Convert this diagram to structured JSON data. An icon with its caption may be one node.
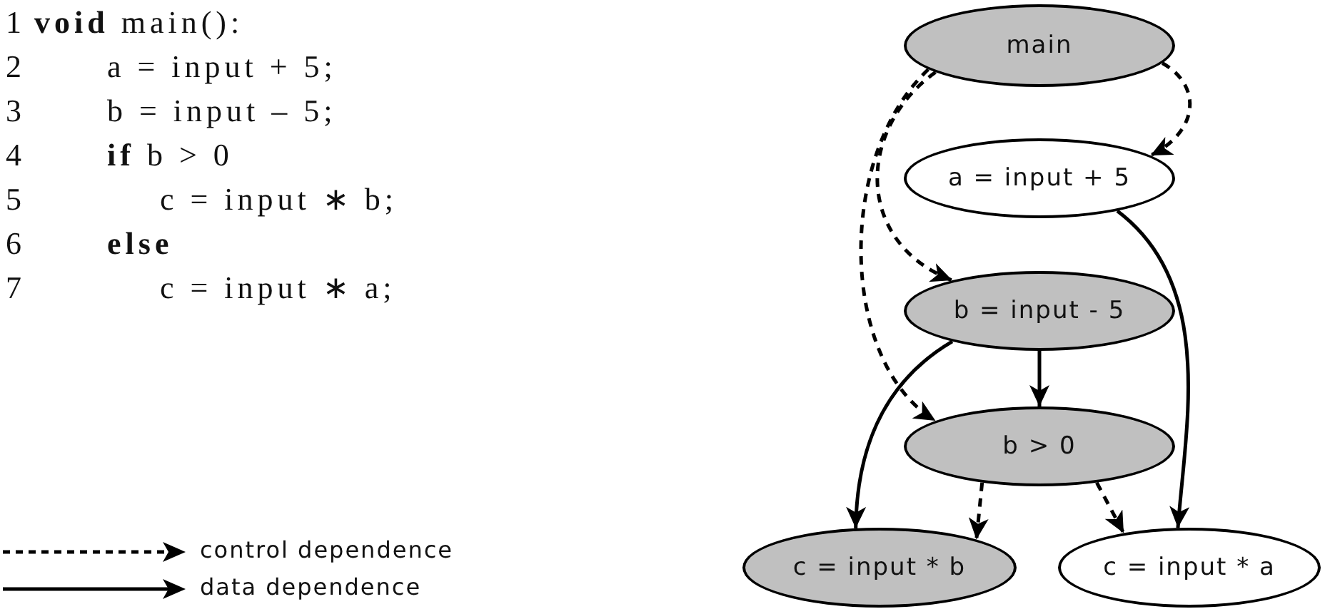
{
  "diagram": {
    "nodes": [
      {
        "text": [
          "main"
        ]
      },
      {
        "text": [
          "a = input + 5"
        ]
      },
      {
        "text": [
          "b = input - 5"
        ]
      },
      {
        "text": [
          "b > 0"
        ]
      },
      {
        "text": [
          "c = input * b"
        ]
      },
      {
        "text": [
          "c = input * a"
        ]
      }
    ],
    "edges": [
      {
        "from": 0,
        "to": 1,
        "arrow": "to",
        "style": "dashed"
      },
      {
        "from": 0,
        "to": 2,
        "arrow": "to",
        "style": "dashed"
      },
      {
        "from": 0,
        "to": 3,
        "arrow": "to",
        "style": "dashed"
      },
      {
        "from": 3,
        "to": 4,
        "arrow": "to",
        "style": "dashed"
      },
      {
        "from": 3,
        "to": 5,
        "arrow": "to",
        "style": "dashed"
      },
      {
        "from": 1,
        "to": 5,
        "arrow": "to"
      },
      {
        "from": 2,
        "to": 3,
        "arrow": "to"
      },
      {
        "from": 2,
        "to": 4,
        "arrow": "to"
      }
    ],
    "labels": [
      "1",
      "**void** main():",
      "2",
      "a = input + 5;",
      "3",
      "b = input – 5;",
      "4",
      "**if** b > 0",
      "5",
      "c = input ∗ b;",
      "6",
      "**else**",
      "7",
      "c = input ∗ a;"
    ],
    "legend": [
      {
        "text": "control dependence"
      },
      {
        "text": "data dependence"
      }
    ]
  }
}
